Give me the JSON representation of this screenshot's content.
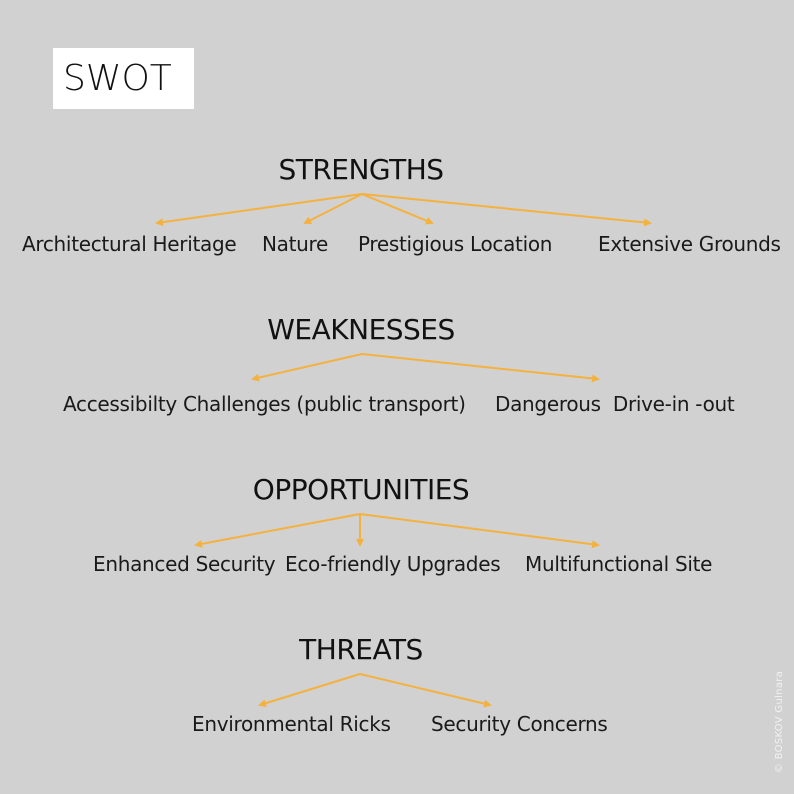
{
  "title": "SWOT",
  "arrow_color": "#f4b13e",
  "background_color": "#d1d1d1",
  "sections": {
    "strengths": {
      "heading": "STRENGTHS",
      "items": [
        "Architectural Heritage",
        "Nature",
        "Prestigious Location",
        "Extensive Grounds"
      ]
    },
    "weaknesses": {
      "heading": "WEAKNESSES",
      "items": [
        "Accessibilty Challenges (public transport)",
        "Dangerous  Drive-in -out"
      ]
    },
    "opportunities": {
      "heading": "OPPORTUNITIES",
      "items": [
        "Enhanced Security",
        "Eco-friendly Upgrades",
        "Multifunctional Site"
      ]
    },
    "threats": {
      "heading": "THREATS",
      "items": [
        "Environmental Ricks",
        "Security Concerns"
      ]
    }
  },
  "watermark": "© BOSKOV Gulnara"
}
